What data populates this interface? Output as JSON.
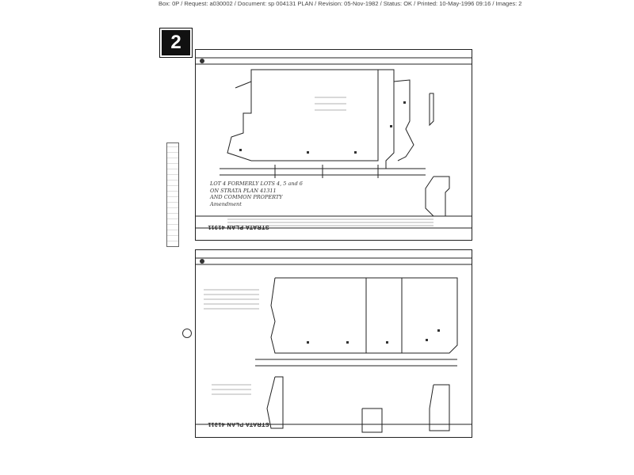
{
  "header": {
    "text": "Box: 0P / Request: a030002 / Document: sp 004131 PLAN / Revision: 05-Nov-1982 / Status: OK / Printed: 10-May-1996 09:16 / Images: 2"
  },
  "page_badge": "2",
  "top_sheet": {
    "plan_label": "STRATA PLAN 41311",
    "handwritten_note": [
      "LOT 4 FORMERLY LOTS 4, 5 and 6",
      "ON STRATA PLAN 41311",
      "AND COMMON PROPERTY",
      "Amendment"
    ]
  },
  "bottom_sheet": {
    "plan_label": "STRATA PLAN 41311"
  }
}
